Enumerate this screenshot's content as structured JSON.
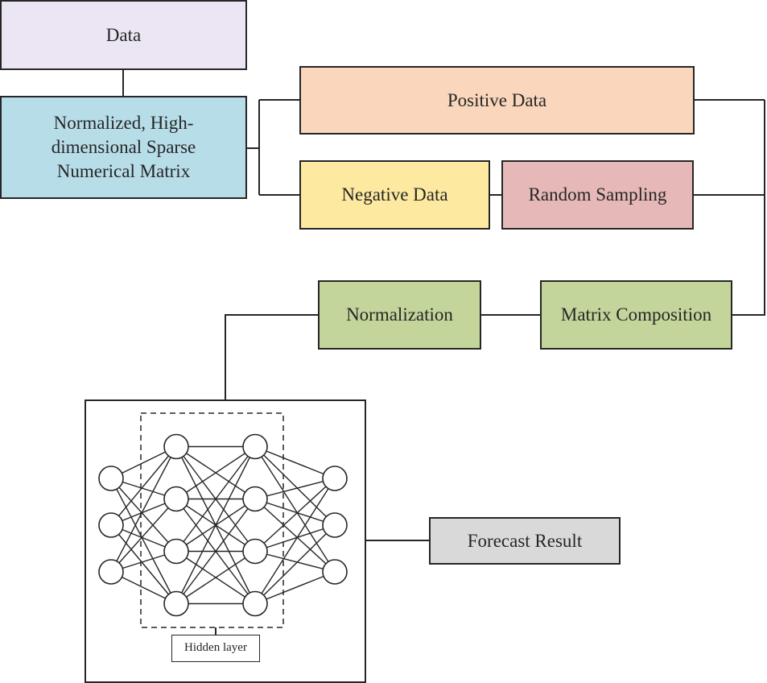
{
  "diagram": {
    "data_label": "Data",
    "matrix_lines": [
      "Normalized, High-",
      "dimensional Sparse",
      "Numerical Matrix"
    ],
    "positive_label": "Positive Data",
    "negative_label": "Negative Data",
    "random_label": "Random Sampling",
    "normalization_label": "Normalization",
    "composition_label": "Matrix Composition",
    "forecast_label": "Forecast Result",
    "hidden_layer_label": "Hidden layer",
    "network_layers": [
      3,
      4,
      4,
      3
    ]
  }
}
